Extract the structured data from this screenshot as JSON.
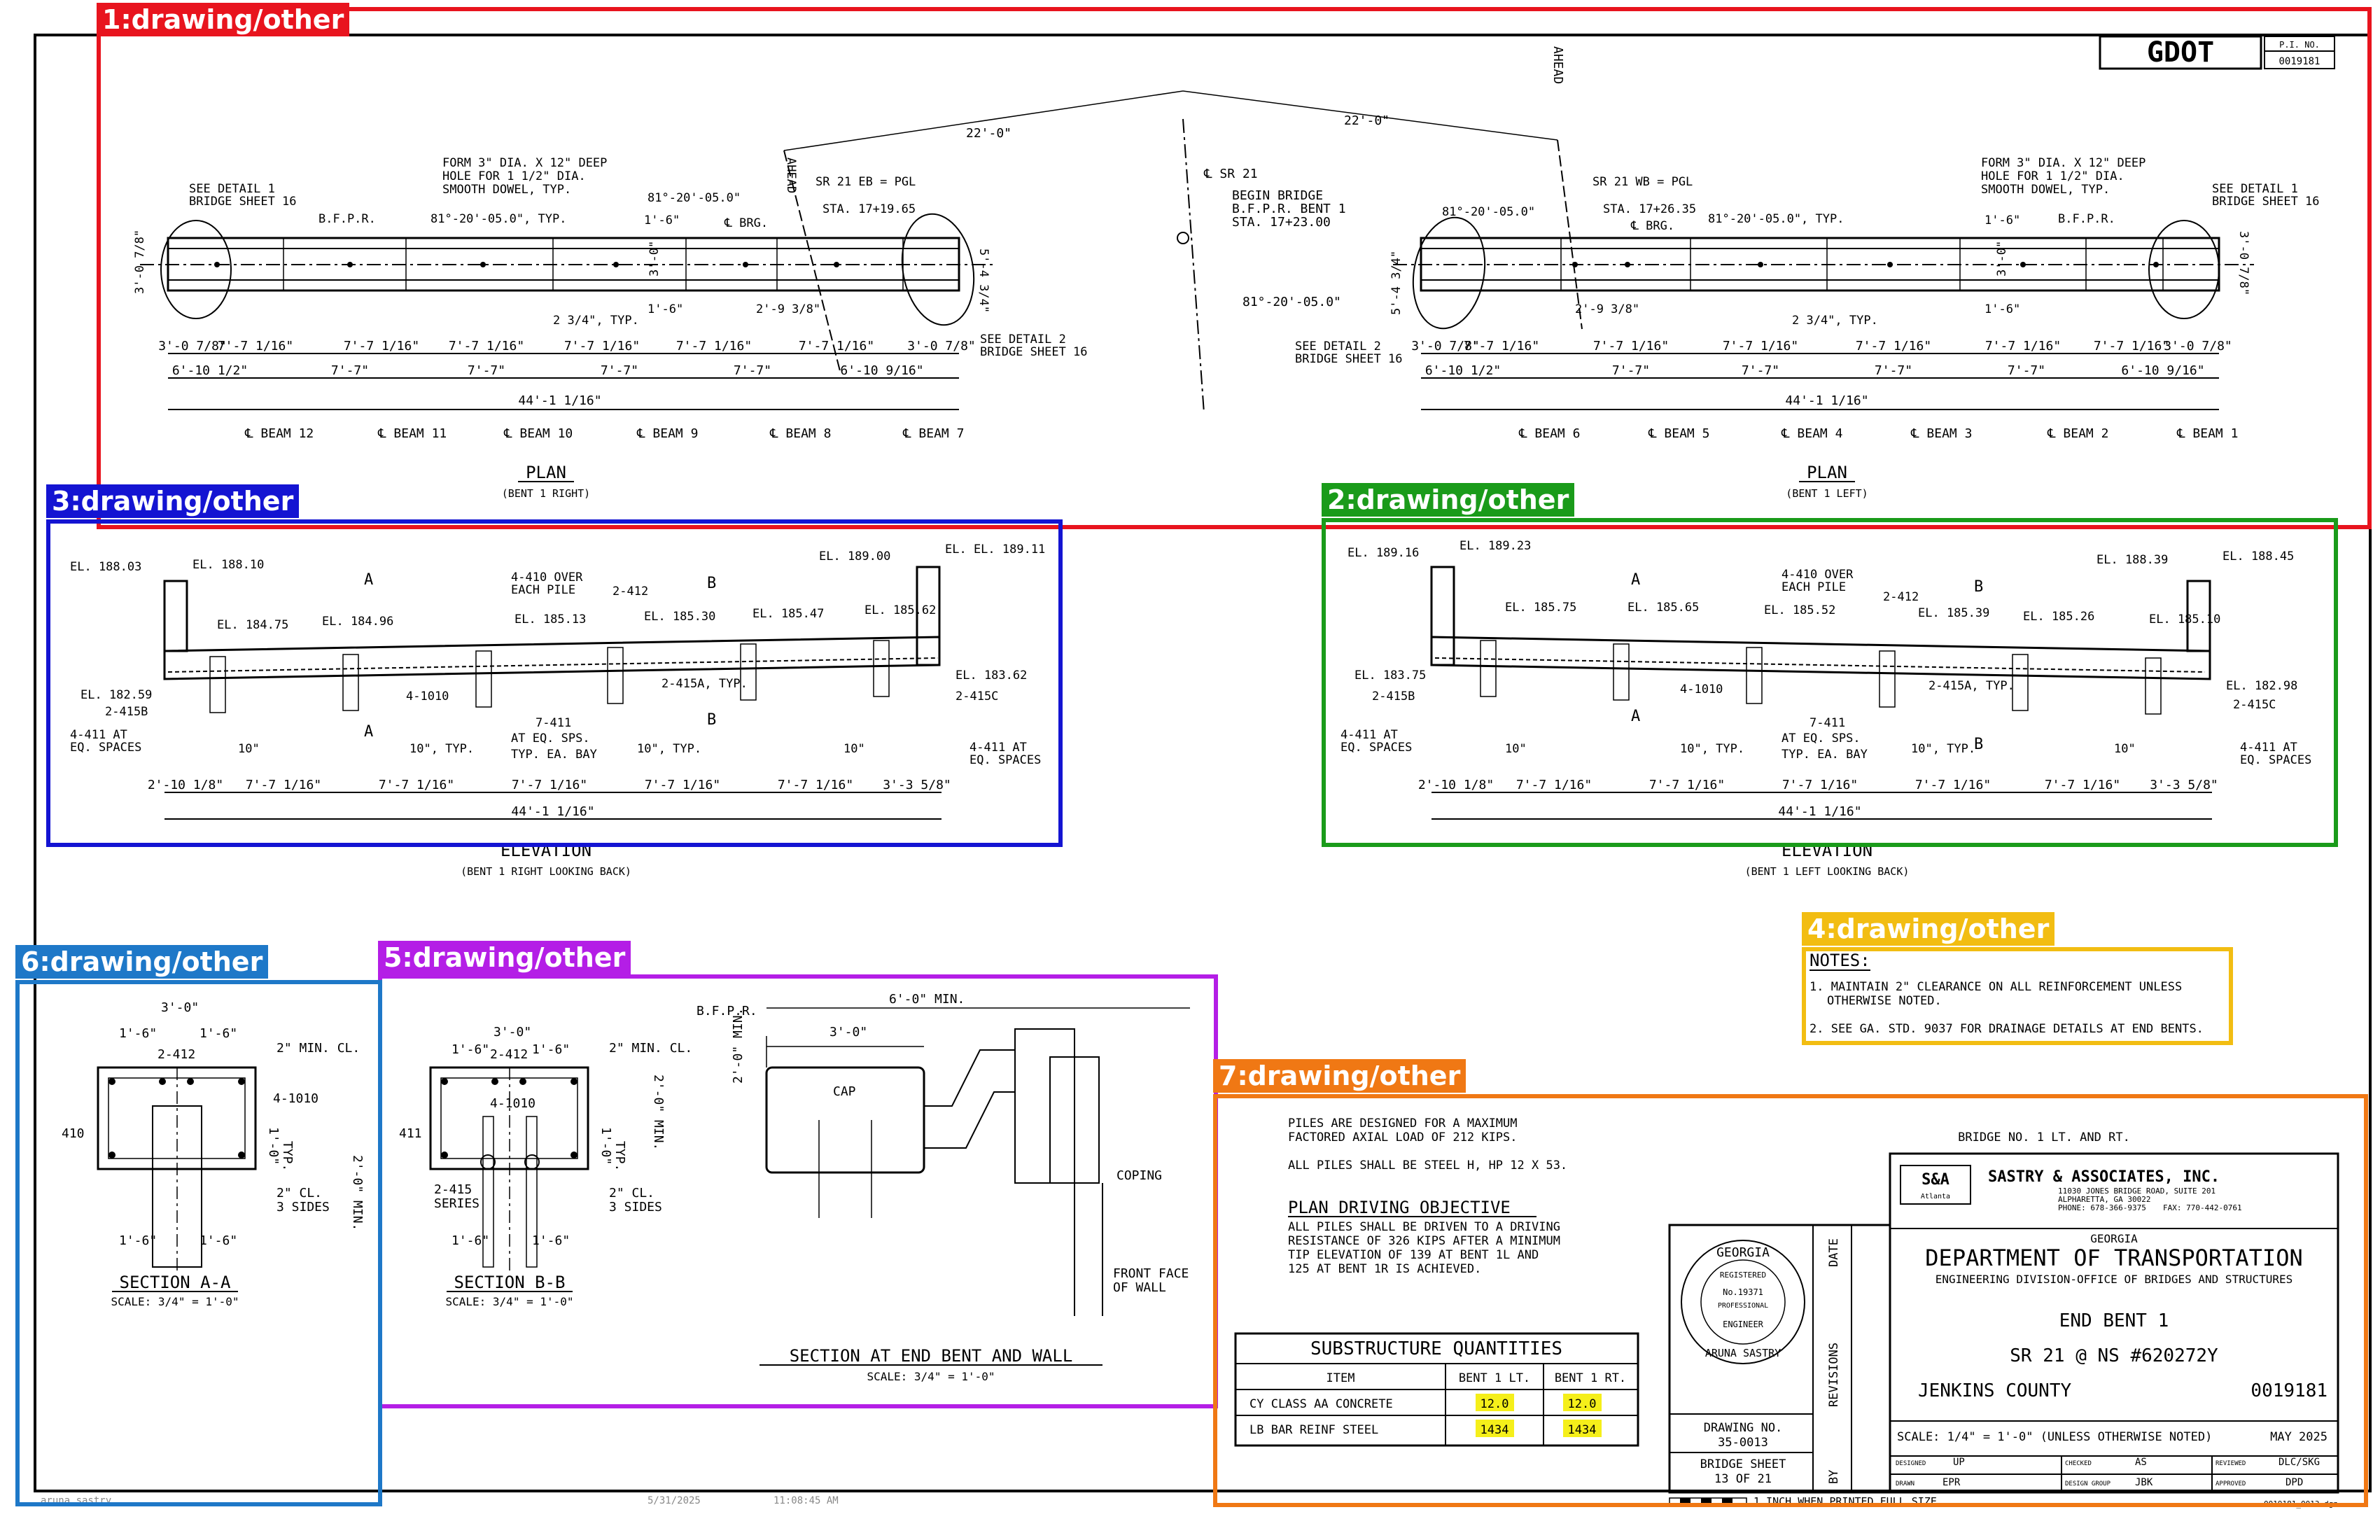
{
  "logo": {
    "text": "GDOT"
  },
  "pi": {
    "label": "P.I. NO.",
    "value": "0019181"
  },
  "plan_right": {
    "title": "PLAN",
    "subtitle": "(BENT 1 RIGHT)",
    "see_detail_1": "SEE DETAIL 1",
    "see_detail_1b": "BRIDGE SHEET 16",
    "bfpr": "B.F.P.R.",
    "form1": "FORM 3\" DIA. X 12\" DEEP",
    "form2": "HOLE FOR 1 1/2\" DIA.",
    "form3": "SMOOTH DOWEL, TYP.",
    "angle_typ": "81°-20'-05.0\", TYP.",
    "angle": "81°-20'-05.0\"",
    "brg": "℄ BRG.",
    "dim16a": "1'-6\"",
    "dim16b": "1'-6\"",
    "dim30": "3'-0\"",
    "sr_eb": "SR 21 EB = PGL",
    "sta": "STA. 17+19.65",
    "ahead": "AHEAD",
    "typ234": "2 3/4\", TYP.",
    "dim2938": "2'-9 3/8\"",
    "detail2a": "SEE DETAIL 2",
    "detail2b": "BRIDGE SHEET 16",
    "dim5": "5'-4 3/4\"",
    "dim_end": "3'-0 7/8\"",
    "row1": [
      "3'-0 7/8\"",
      "7'-7 1/16\"",
      "7'-7 1/16\"",
      "7'-7 1/16\"",
      "7'-7 1/16\"",
      "7'-7 1/16\"",
      "7'-7 1/16\"",
      "3'-0 7/8\""
    ],
    "row2": [
      "6'-10 1/2\"",
      "7'-7\"",
      "7'-7\"",
      "7'-7\"",
      "7'-7\"",
      "6'-10 9/16\""
    ],
    "total": "44'-1 1/16\"",
    "beams": [
      "℄ BEAM 12",
      "℄ BEAM 11",
      "℄ BEAM 10",
      "℄ BEAM 9",
      "℄ BEAM 8",
      "℄ BEAM 7"
    ]
  },
  "center": {
    "dim22a": "22'-0\"",
    "dim22b": "22'-0\"",
    "csr": "℄ SR 21",
    "begin1": "BEGIN BRIDGE",
    "begin2": "B.F.P.R. BENT 1",
    "begin3": "STA. 17+23.00",
    "angle": "81°-20'-05.0\"",
    "ahead": "AHEAD"
  },
  "plan_left": {
    "title": "PLAN",
    "subtitle": "(BENT 1 LEFT)",
    "angle": "81°-20'-05.0\"",
    "sr_wb": "SR 21 WB = PGL",
    "sta": "STA. 17+26.35",
    "brg": "℄ BRG.",
    "angle_typ": "81°-20'-05.0\", TYP.",
    "form1": "FORM 3\" DIA. X 12\" DEEP",
    "form2": "HOLE FOR 1 1/2\" DIA.",
    "form3": "SMOOTH DOWEL, TYP.",
    "see_detail_1": "SEE DETAIL 1",
    "see_detail_1b": "BRIDGE SHEET 16",
    "bfpr": "B.F.P.R.",
    "dim16a": "1'-6\"",
    "dim16b": "1'-6\"",
    "dim30": "3'-0\"",
    "dim2938": "2'-9 3/8\"",
    "typ234": "2 3/4\", TYP.",
    "detail2a": "SEE DETAIL 2",
    "detail2b": "BRIDGE SHEET 16",
    "dim5": "5'-4 3/4\"",
    "dim_end": "3'-0 7/8\"",
    "row1": [
      "3'-0 7/8\"",
      "7'-7 1/16\"",
      "7'-7 1/16\"",
      "7'-7 1/16\"",
      "7'-7 1/16\"",
      "7'-7 1/16\"",
      "7'-7 1/16\"",
      "3'-0 7/8\""
    ],
    "row2": [
      "6'-10 1/2\"",
      "7'-7\"",
      "7'-7\"",
      "7'-7\"",
      "7'-7\"",
      "6'-10 9/16\""
    ],
    "total": "44'-1 1/16\"",
    "beams": [
      "℄ BEAM 6",
      "℄ BEAM 5",
      "℄ BEAM 4",
      "℄ BEAM 3",
      "℄ BEAM 2",
      "℄ BEAM 1"
    ]
  },
  "elev_right": {
    "title": "ELEVATION",
    "subtitle": "(BENT 1 RIGHT LOOKING BACK)",
    "el_a": "EL. 188.03",
    "el_b": "EL. 188.10",
    "el_c": "EL. 189.00",
    "el_d": "EL. EL. 189.11",
    "el_e": "EL. 184.75",
    "el_f": "EL. 184.96",
    "el_g": "EL. 185.13",
    "el_h": "EL. 185.30",
    "el_i": "EL. 185.47",
    "el_j": "EL. 185.62",
    "el_k": "EL. 182.59",
    "el_l": "EL. 183.62",
    "b1": "4-410 OVER",
    "b2": "EACH PILE",
    "b3": "2-412",
    "b4": "4-1010",
    "b5": "2-415A, TYP.",
    "b6": "2-415B",
    "b7": "2-415C",
    "b8": "4-411 AT",
    "b9": "EQ. SPACES",
    "b10": "4-411 AT",
    "b11": "EQ. SPACES",
    "b12": "7-411",
    "b13": "AT EQ. SPS.",
    "b14": "TYP. EA. BAY",
    "t10a": "10\"",
    "t10b": "10\", TYP.",
    "t10c": "10\", TYP.",
    "t10d": "10\"",
    "cut_a": "A",
    "cut_b": "B",
    "dims": [
      "2'-10 1/8\"",
      "7'-7 1/16\"",
      "7'-7 1/16\"",
      "7'-7 1/16\"",
      "7'-7 1/16\"",
      "7'-7 1/16\"",
      "3'-3 5/8\""
    ],
    "total": "44'-1 1/16\""
  },
  "elev_left": {
    "title": "ELEVATION",
    "subtitle": "(BENT 1 LEFT LOOKING BACK)",
    "el_a": "EL. 189.16",
    "el_b": "EL. 189.23",
    "el_c": "EL. 188.39",
    "el_d": "EL. 188.45",
    "el_e": "EL. 185.75",
    "el_f": "EL. 185.65",
    "el_g": "EL. 185.52",
    "el_h": "EL. 185.39",
    "el_i": "EL. 185.26",
    "el_j": "EL. 185.10",
    "el_k": "EL. 183.75",
    "el_l": "EL. 182.98",
    "b1": "4-410 OVER",
    "b2": "EACH PILE",
    "b3": "2-412",
    "b4": "4-1010",
    "b5": "2-415A, TYP.",
    "b6": "2-415B",
    "b7": "2-415C",
    "b8": "4-411 AT",
    "b9": "EQ. SPACES",
    "b10": "4-411 AT",
    "b11": "EQ. SPACES",
    "b12": "7-411",
    "b13": "AT EQ. SPS.",
    "b14": "TYP. EA. BAY",
    "t10a": "10\"",
    "t10b": "10\", TYP.",
    "t10c": "10\", TYP.",
    "t10d": "10\"",
    "cut_a": "A",
    "cut_b": "B",
    "dims": [
      "2'-10 1/8\"",
      "7'-7 1/16\"",
      "7'-7 1/16\"",
      "7'-7 1/16\"",
      "7'-7 1/16\"",
      "7'-7 1/16\"",
      "3'-3 5/8\""
    ],
    "total": "44'-1 1/16\""
  },
  "notes": {
    "title": "NOTES:",
    "n1a": "1. MAINTAIN 2\" CLEARANCE ON ALL REINFORCEMENT UNLESS",
    "n1b": "OTHERWISE NOTED.",
    "n2": "2. SEE GA. STD. 9037 FOR DRAINAGE DETAILS AT END BENTS."
  },
  "section_aa": {
    "title": "SECTION A-A",
    "scale": "SCALE: 3/4\" = 1'-0\"",
    "w30": "3'-0\"",
    "w16a": "1'-6\"",
    "w16b": "1'-6\"",
    "bar412": "2-412",
    "min_cl": "2\" MIN. CL.",
    "bar1010": "4-1010",
    "bar410": "410",
    "h20": "2'-0\" MIN.",
    "h10": "1'-0\"",
    "typ": "TYP.",
    "cl1": "2\" CL.",
    "cl2": "3 SIDES",
    "b16a": "1'-6\"",
    "b16b": "1'-6\""
  },
  "section_bb": {
    "title": "SECTION B-B",
    "scale": "SCALE: 3/4\" = 1'-0\"",
    "w30": "3'-0\"",
    "w16a": "1'-6\"",
    "w16b": "1'-6\"",
    "bar412": "2-412",
    "min_cl": "2\" MIN. CL.",
    "bar1010": "4-1010",
    "bar411": "411",
    "h20": "2'-0\" MIN.",
    "h10": "1'-0\"",
    "typ": "TYP.",
    "bar415": "2-415",
    "series": "SERIES",
    "cl1": "2\" CL.",
    "cl2": "3 SIDES",
    "b16a": "1'-6\"",
    "b16b": "1'-6\""
  },
  "section_wall": {
    "title": "SECTION AT END BENT AND WALL",
    "scale": "SCALE: 3/4\" = 1'-0\"",
    "bfpr": "B.F.P.R.",
    "w60": "6'-0\" MIN.",
    "w30": "3'-0\"",
    "cap": "CAP",
    "h20": "2'-0\" MIN.",
    "coping": "COPING",
    "front1": "FRONT FACE",
    "front2": "OF WALL"
  },
  "piles": {
    "p1": "PILES ARE DESIGNED FOR A MAXIMUM",
    "p2": "FACTORED AXIAL LOAD OF 212 KIPS.",
    "p3": "ALL PILES SHALL BE STEEL H, HP 12 X 53.",
    "obj_title": "PLAN DRIVING OBJECTIVE",
    "o1": "ALL PILES SHALL BE DRIVEN TO A DRIVING",
    "o2": "RESISTANCE OF 326 KIPS AFTER A MINIMUM",
    "o3": "TIP ELEVATION OF 139 AT BENT 1L AND",
    "o4": "125 AT BENT 1R IS ACHIEVED."
  },
  "quantities": {
    "title": "SUBSTRUCTURE QUANTITIES",
    "headers": [
      "ITEM",
      "BENT 1 LT.",
      "BENT 1 RT."
    ],
    "rows": [
      {
        "item": "CY CLASS AA CONCRETE",
        "lt": "12.0",
        "rt": "12.0"
      },
      {
        "item": "LB BAR REINF STEEL",
        "lt": "1434",
        "rt": "1434"
      }
    ],
    "highlight": "#f5ef1a"
  },
  "title_block": {
    "bridge": "BRIDGE NO. 1 LT. AND RT.",
    "firm_logo": "S&A",
    "firm_logo_sub": "Atlanta",
    "firm": "SASTRY & ASSOCIATES, INC.",
    "addr1": "11030 JONES BRIDGE ROAD, SUITE 201",
    "addr2": "ALPHARETTA, GA 30022",
    "phone": "PHONE: 678-366-9375",
    "fax": "FAX: 770-442-0761",
    "state": "GEORGIA",
    "dept": "DEPARTMENT OF TRANSPORTATION",
    "division": "ENGINEERING DIVISION-OFFICE OF BRIDGES AND STRUCTURES",
    "sheet_title": "END BENT 1",
    "route": "SR 21 @ NS #620272Y",
    "county": "JENKINS COUNTY",
    "project": "0019181",
    "scale": "SCALE: 1/4\" = 1'-0\" (UNLESS OTHERWISE NOTED)",
    "date": "MAY 2025",
    "drawing_label": "DRAWING NO.",
    "drawing_no": "35-0013",
    "sheet_label": "BRIDGE SHEET",
    "sheet_no": "13 OF 21",
    "date_col": "DATE",
    "revisions_col": "REVISIONS",
    "by_col": "BY",
    "seal": {
      "top": "GEORGIA",
      "registered": "REGISTERED",
      "no": "No.19371",
      "prof": "PROFESSIONAL",
      "eng": "ENGINEER",
      "name": "ARUNA SASTRY"
    },
    "designed_l": "DESIGNED",
    "designed": "UP",
    "checked_l": "CHECKED",
    "checked": "AS",
    "reviewed_l": "REVIEWED",
    "reviewed": "DLC/SKG",
    "drawn_l": "DRAWN",
    "drawn": "EPR",
    "group_l": "DESIGN GROUP",
    "group": "JBK",
    "approved_l": "APPROVED",
    "approved": "DPD",
    "inch_note": "1 INCH WHEN PRINTED FULL SIZE",
    "file": "0019181_0013.dgn"
  },
  "footer": {
    "user": "aruna_sastry",
    "date": "5/31/2025",
    "time": "11:08:45 AM"
  },
  "annotations": [
    {
      "id": "1",
      "label": "1:drawing/other",
      "color": "#e8141e"
    },
    {
      "id": "2",
      "label": "2:drawing/other",
      "color": "#1a9b1a"
    },
    {
      "id": "3",
      "label": "3:drawing/other",
      "color": "#1414d2"
    },
    {
      "id": "4",
      "label": "4:drawing/other",
      "color": "#f2bd12"
    },
    {
      "id": "5",
      "label": "5:drawing/other",
      "color": "#b41ee6"
    },
    {
      "id": "6",
      "label": "6:drawing/other",
      "color": "#1e78c8"
    },
    {
      "id": "7",
      "label": "7:drawing/other",
      "color": "#f07814"
    }
  ]
}
